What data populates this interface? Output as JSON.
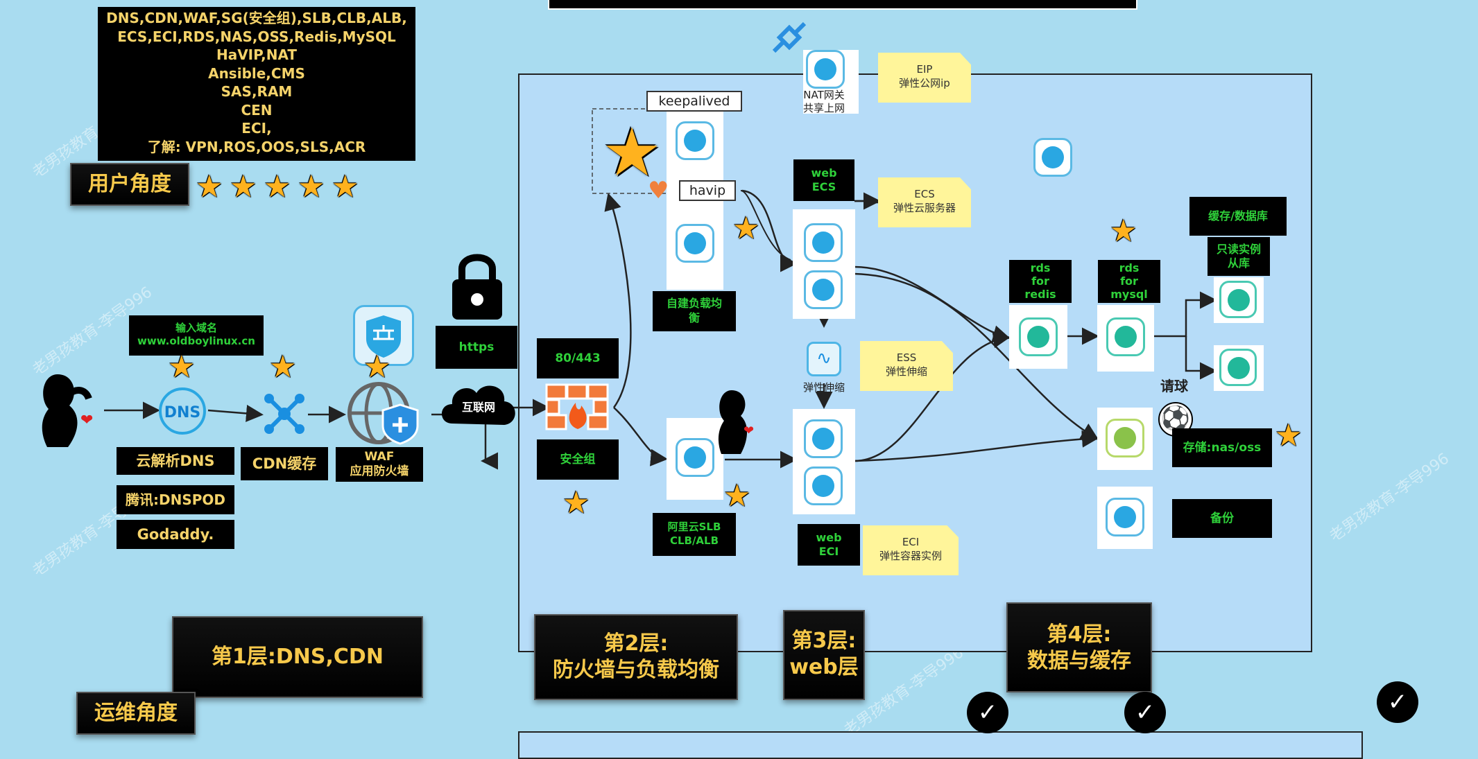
{
  "topbox": {
    "lines": [
      "DNS,CDN,WAF,SG(安全组),SLB,CLB,ALB,",
      "ECS,ECI,RDS,NAS,OSS,Redis,MySQL",
      "HaVIP,NAT",
      "Ansible,CMS",
      "SAS,RAM",
      "CEN",
      "ECI,",
      "了解: VPN,ROS,OOS,SLS,ACR"
    ]
  },
  "user_view": "用户角度",
  "ops_view": "运维角度",
  "flow": {
    "domain_label": "输入域名\nwww.oldboylinux.cn",
    "dns_icon_text": "DNS",
    "dns_label": "云解析DNS",
    "dns_alt1": "腾讯:DNSPOD",
    "dns_alt2": "Godaddy.",
    "cdn_label": "CDN缓存",
    "waf_label": "WAF\n应用防火墙",
    "https_label": "https",
    "internet_label": "互联网",
    "port_label": "80/443",
    "sg_label": "安全组",
    "slb_label": "阿里云SLB\nCLB/ALB",
    "selfbuilt_lb": "自建负载均\n衡",
    "keepalived": "keepalived",
    "havip": "havip",
    "nat_label": "NAT网关\n共享上网",
    "eip_note": "EIP\n弹性公网ip",
    "web_ecs": "web\nECS",
    "ecs_note": "ECS\n弹性云服务器",
    "ess_label": "弹性伸缩",
    "ess_note": "ESS\n弹性伸缩",
    "web_eci": "web\nECI",
    "eci_note": "ECI\n弹性容器实例",
    "rds_redis": "rds\nfor\nredis",
    "rds_mysql": "rds\nfor\nmysql",
    "cache_db": "缓存/数据库",
    "readonly": "只读实例\n从库",
    "qingqiu": "请球",
    "storage": "存储:nas/oss",
    "backup": "备份"
  },
  "tiers": {
    "t1": "第1层:DNS,CDN",
    "t2": "第2层:\n防火墙与负载均衡",
    "t3": "第3层:\nweb层",
    "t4": "第4层:\n数据与缓存"
  },
  "watermark": "老男孩教育-李导996",
  "colors": {
    "background": "#a9dcf0",
    "panel": "#b4dcf8",
    "accent_yellow": "#f7c94b",
    "accent_green": "#2fd13a"
  }
}
